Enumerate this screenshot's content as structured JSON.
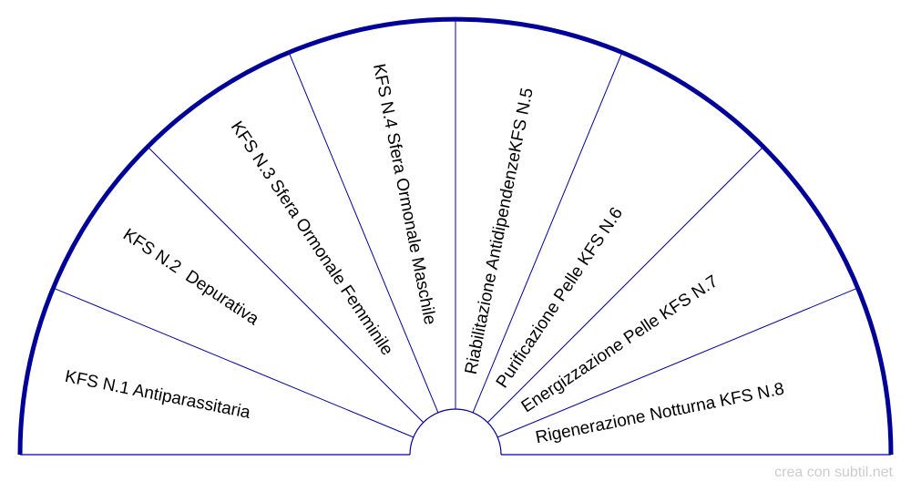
{
  "segments": [
    {
      "label": "KFS N.1 Antiparassitaria"
    },
    {
      "label": "KFS N.2  Depurativa"
    },
    {
      "label": "KFS N.3 Sfera Ormonale Femminile"
    },
    {
      "label": "KFS N.4 Sfera Ormonale Maschile"
    },
    {
      "label": "Riabilitazione AntidipendenzeKFS N.5"
    },
    {
      "label": "Purificazione Pelle KFS N.6"
    },
    {
      "label": "Energizzazione Pelle KFS N.7"
    },
    {
      "label": "Rigenerazione Notturna KFS N.8"
    }
  ],
  "credit": "crea con subtil.net",
  "colors": {
    "arc": "#000099",
    "divider": "#000099",
    "text": "#000000",
    "credit": "#cccccc"
  }
}
